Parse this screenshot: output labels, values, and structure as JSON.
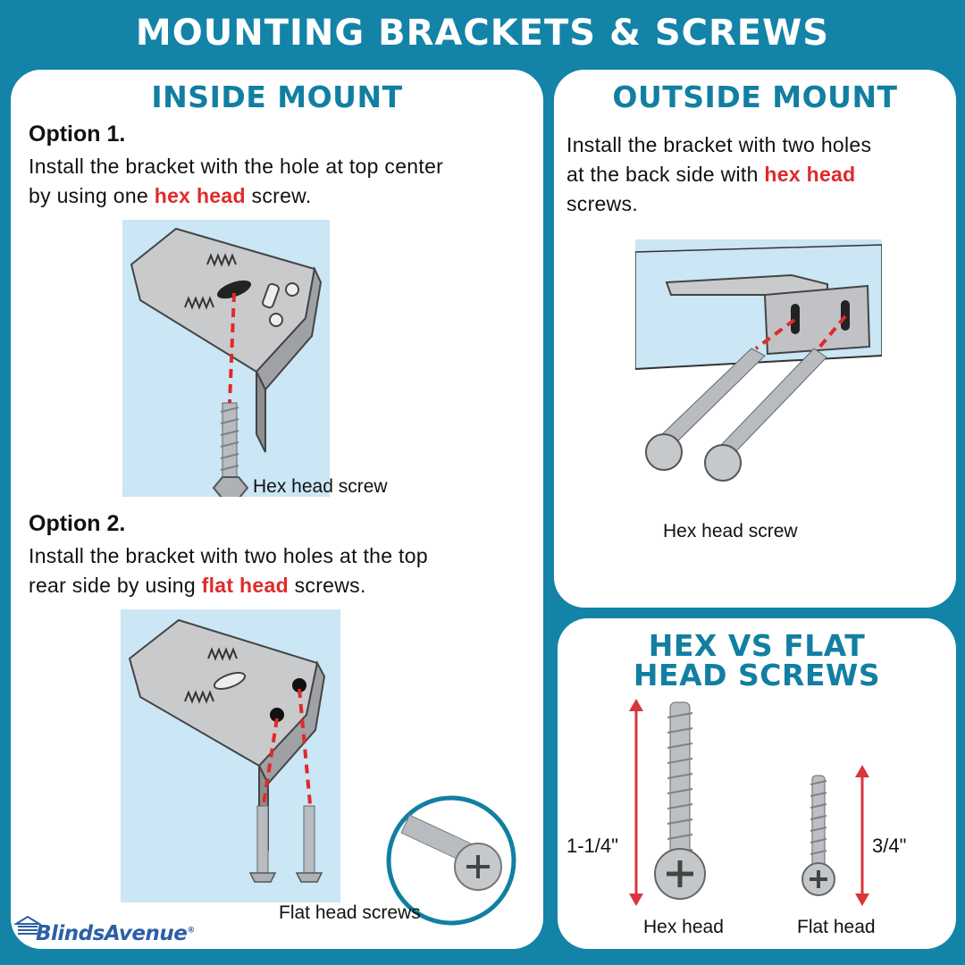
{
  "title": "MOUNTING BRACKETS & SCREWS",
  "inside": {
    "title": "INSIDE MOUNT",
    "option1": {
      "label": "Option 1.",
      "text_before": "Install the bracket with the hole at top center",
      "text_line2_before": "by using one ",
      "highlight": "hex head",
      "text_after": " screw.",
      "caption": "Hex head screw"
    },
    "option2": {
      "label": "Option 2.",
      "text_before": "Install the bracket with two holes at the top",
      "text_line2_before": "rear side by using ",
      "highlight": "flat head",
      "text_after": " screws.",
      "caption": "Flat head screws"
    }
  },
  "outside": {
    "title": "OUTSIDE MOUNT",
    "line1": "Install the bracket with two holes",
    "line2_before": "at the back side with ",
    "highlight": "hex head",
    "line3": "screws.",
    "caption": "Hex head screw"
  },
  "compare": {
    "title_line1": "HEX VS FLAT",
    "title_line2": "HEAD SCREWS",
    "hex_length": "1-1/4\"",
    "flat_length": "3/4\"",
    "hex_label": "Hex head",
    "flat_label": "Flat head"
  },
  "brand": {
    "name": "BlindsAvenue",
    "reg": "®"
  },
  "colors": {
    "background": "#1383a8",
    "title_blue": "#117fa2",
    "highlight_red": "#e02a2a",
    "wall_blue": "#cbe6f4"
  }
}
